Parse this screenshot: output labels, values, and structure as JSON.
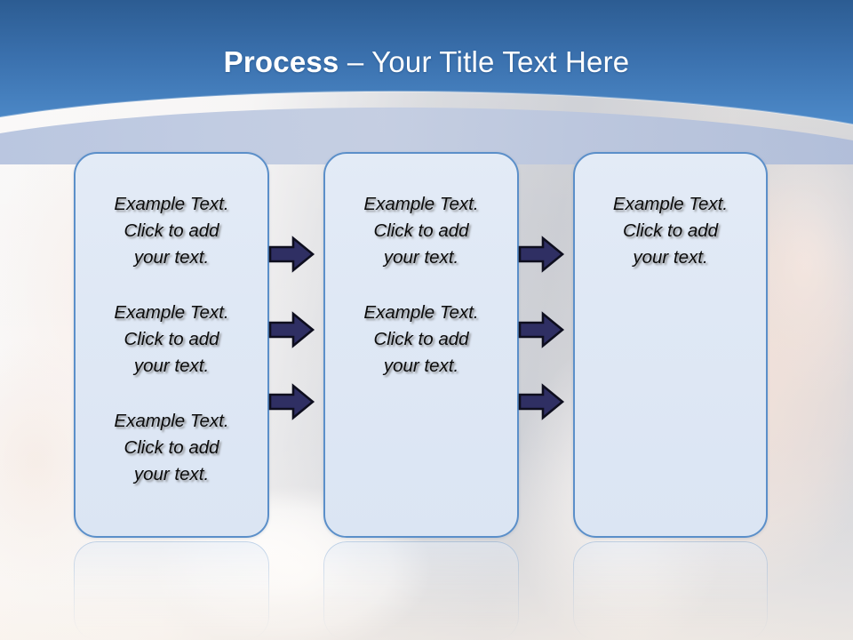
{
  "slide": {
    "title_bold": "Process",
    "title_rest": " – Your Title Text Here",
    "colors": {
      "header_top": "#2e5f95",
      "header_bottom": "#4a86c8",
      "curve_band": "#b9c6e0",
      "box_border": "#5b8fc9",
      "box_fill": "#dfe8f5",
      "arrow_fill": "#2f2f63",
      "arrow_outline": "#101022",
      "title_text": "#ffffff",
      "body_text": "#0b0b0b"
    }
  },
  "boxes": [
    {
      "name": "box-1",
      "paragraphs": [
        "Example Text.\nClick  to add\nyour text.",
        "Example Text.\nClick  to add\nyour text.",
        "Example Text.\nClick  to add\nyour text."
      ]
    },
    {
      "name": "box-2",
      "paragraphs": [
        "Example Text.\nClick  to add\nyour text.",
        "Example Text.\nClick  to add\nyour text."
      ]
    },
    {
      "name": "box-3",
      "paragraphs": [
        "Example Text.\nClick  to add\nyour text."
      ]
    }
  ],
  "arrows": {
    "icon": "arrow-right-icon",
    "count_per_gap": 3,
    "gaps": 2
  }
}
